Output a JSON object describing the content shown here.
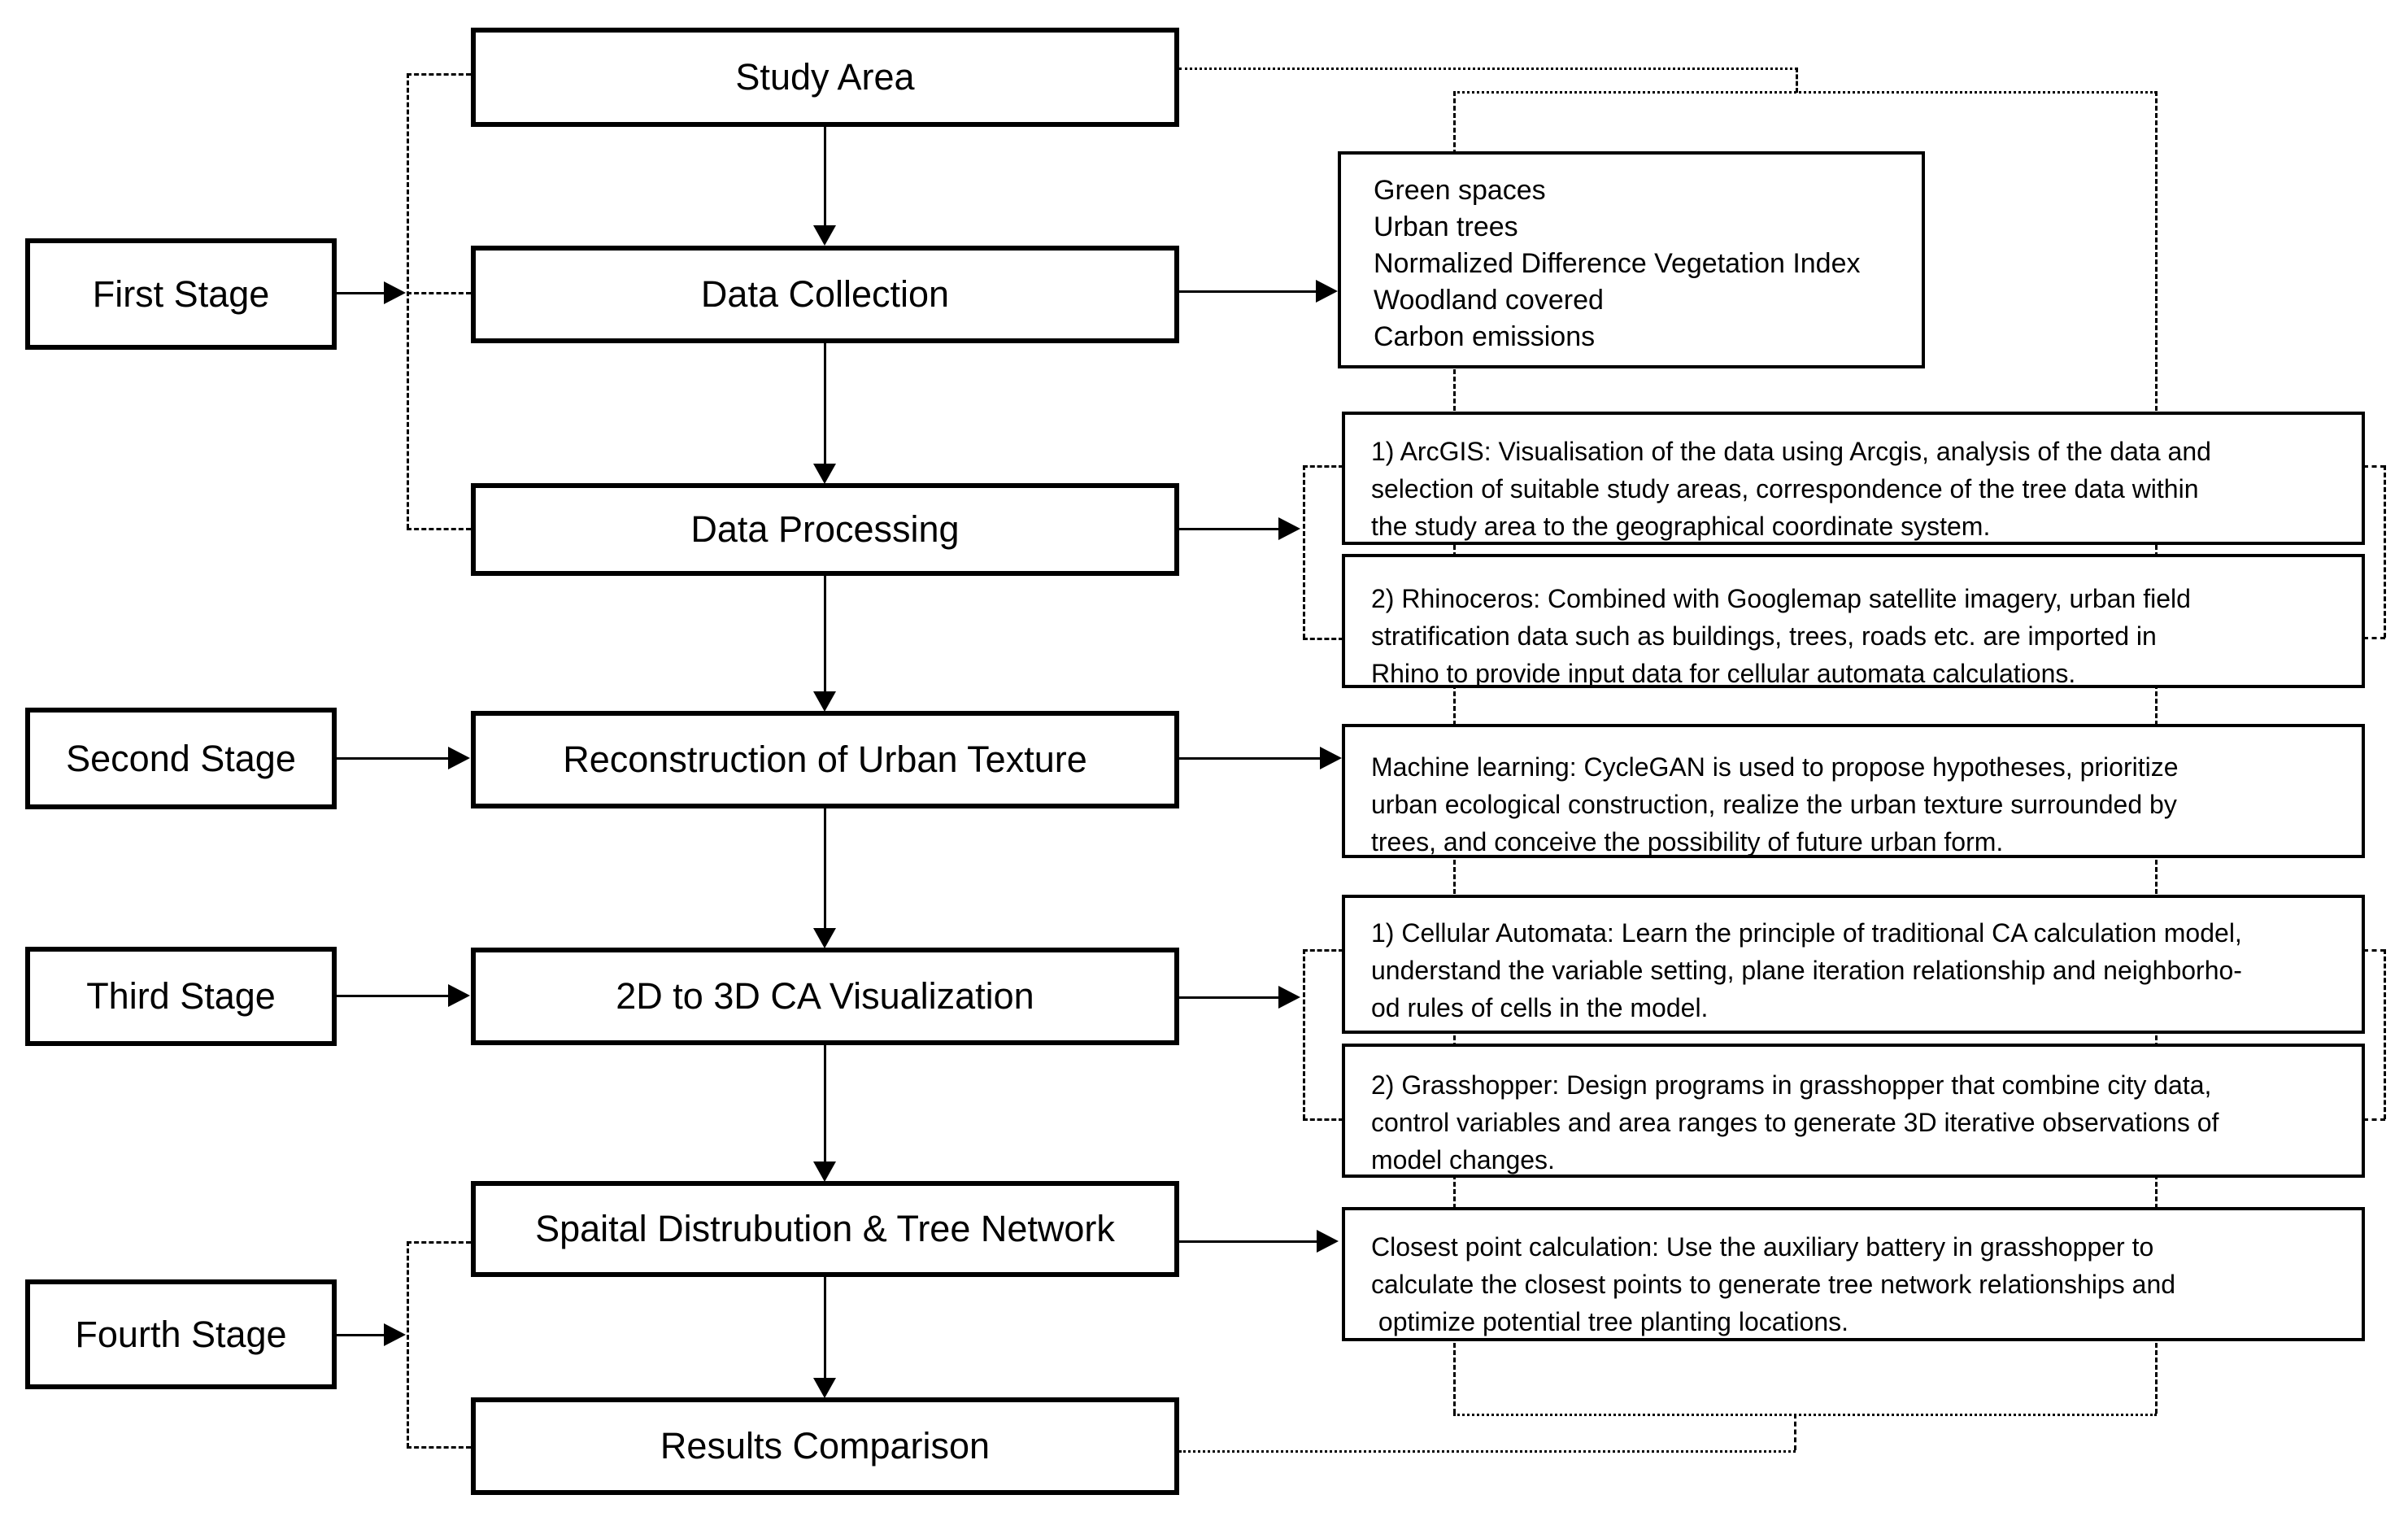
{
  "figure": {
    "background_color": "#ffffff",
    "line_color": "#000000",
    "box_fill_color": "#ffffff"
  },
  "stages": [
    {
      "label": "First Stage"
    },
    {
      "label": "Second Stage"
    },
    {
      "label": "Third Stage"
    },
    {
      "label": "Fourth Stage"
    }
  ],
  "flow": [
    {
      "label": "Study Area"
    },
    {
      "label": "Data Collection"
    },
    {
      "label": "Data Processing"
    },
    {
      "label": "Reconstruction of Urban Texture"
    },
    {
      "label": "2D to 3D CA Visualization"
    },
    {
      "label": "Spaital Distrubution & Tree Network"
    },
    {
      "label": "Results Comparison"
    }
  ],
  "details": [
    {
      "id": "data-collection-items",
      "text": "Green spaces\nUrban trees\nNormalized Difference Vegetation Index\nWoodland covered\nCarbon emissions"
    },
    {
      "id": "arcgis",
      "text": "1) ArcGIS: Visualisation of the data using Arcgis, analysis of the data and\nselection of suitable study areas, correspondence of the tree data within\nthe study area to the geographical coordinate system."
    },
    {
      "id": "rhinoceros",
      "text": "2) Rhinoceros: Combined with Googlemap satellite imagery, urban field\nstratification data such as buildings, trees, roads etc. are imported in\nRhino to provide input data for cellular automata calculations."
    },
    {
      "id": "machine-learning",
      "text": "Machine learning: CycleGAN is used to propose hypotheses, prioritize\nurban ecological construction, realize the urban texture surrounded by\ntrees, and conceive the possibility of future urban form."
    },
    {
      "id": "cellular-automata",
      "text": "1) Cellular Automata: Learn the principle of traditional CA calculation model,\nunderstand the variable setting, plane iteration relationship and neighborho-\nod rules of cells in the model."
    },
    {
      "id": "grasshopper",
      "text": "2) Grasshopper: Design programs in grasshopper that combine city data,\ncontrol variables and area ranges to generate 3D iterative observations of\nmodel changes."
    },
    {
      "id": "closest-point",
      "text": "Closest point calculation: Use the auxiliary battery in grasshopper to\ncalculate the closest points to generate tree network relationships and\n optimize potential tree planting locations."
    }
  ]
}
